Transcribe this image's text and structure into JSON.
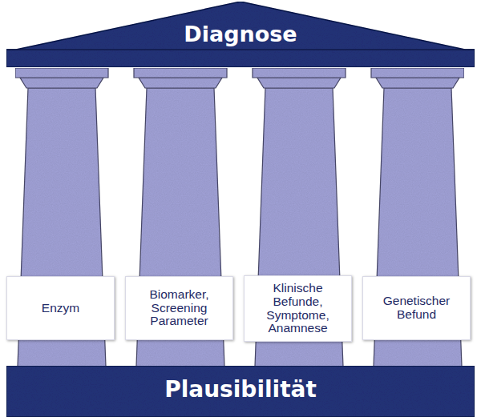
{
  "diagram": {
    "nodes": [
      {
        "text": [
          "Diagnose"
        ]
      },
      {
        "text": [
          "Enzym"
        ]
      },
      {
        "text": [
          "Biomarker, Screening Parameter"
        ]
      },
      {
        "text": [
          "Klinische Befunde, Symptome, Anamnese"
        ]
      },
      {
        "text": [
          "Genetischer Befund"
        ]
      },
      {
        "text": [
          "Plausibilität"
        ]
      }
    ]
  }
}
